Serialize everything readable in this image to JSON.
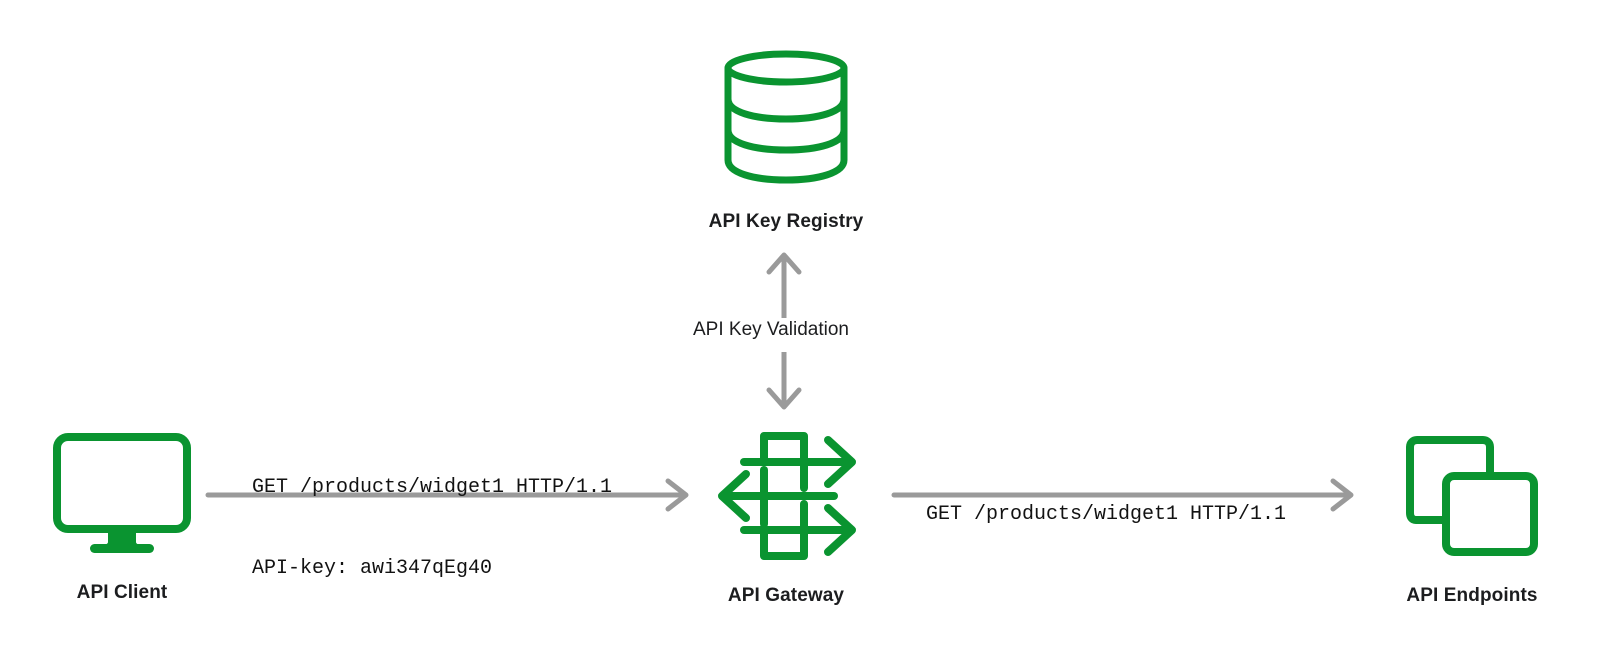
{
  "diagram": {
    "title": "API Gateway API key validation flow",
    "background": "#ffffff",
    "colors": {
      "accent_green": "#0a9430",
      "arrow_gray": "#9a9a9a",
      "label_text": "#1c1d1f",
      "mono_text": "#121212"
    }
  },
  "nodes": {
    "client": {
      "label": "API Client",
      "icon": "desktop-monitor-icon"
    },
    "gateway": {
      "label": "API Gateway",
      "icon": "api-gateway-arrows-icon"
    },
    "registry": {
      "label": "API Key Registry",
      "icon": "database-cylinder-icon"
    },
    "endpoints": {
      "label": "API Endpoints",
      "icon": "stacked-squares-icon"
    }
  },
  "edges": {
    "client_to_gateway": {
      "request_line": "GET /products/widget1 HTTP/1.1",
      "header_line": "API-key: awi347qEg40",
      "direction": "right"
    },
    "gateway_to_endpoints": {
      "request_line": "GET /products/widget1 HTTP/1.1",
      "direction": "right"
    },
    "gateway_registry": {
      "label": "API Key Validation",
      "direction": "bidirectional"
    }
  }
}
